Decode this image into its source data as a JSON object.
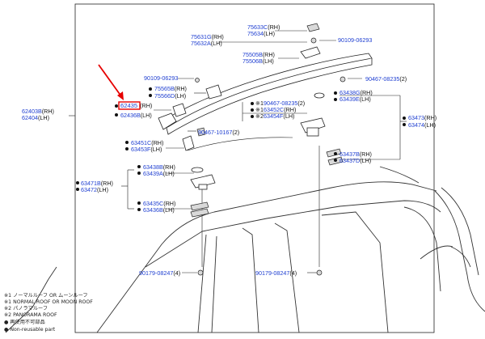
{
  "callouts": {
    "p75633": "75633C",
    "p75633_suffix": "(RH)",
    "p75634": "75634",
    "p75634_suffix": "(LH)",
    "p75631": "75631G",
    "p75631_suffix": "(RH)",
    "p75632": "75632A",
    "p75632_suffix": "(LH)",
    "p90109a": "90109-06293",
    "p75505": "75505B",
    "p75505_suffix": "(RH)",
    "p75506": "75506B",
    "p75506_suffix": "(LH)",
    "p90109b": "90109-06293",
    "p90467a": "90467-08235",
    "p90467a_suffix": "(2)",
    "p75565": "75565B",
    "p75565_suffix": "(RH)",
    "p75566": "75566D",
    "p75566_suffix": "(LH)",
    "p62435": "62435",
    "p62435_suffix": "(RH)",
    "p62436": "62436B",
    "p62436_suffix": "(LH)",
    "p62403": "62403B",
    "p62403_suffix": "(RH)",
    "p62404": "62404",
    "p62404_suffix": "(LH)",
    "p90467b_mark": "※1",
    "p90467b": "90467-08235",
    "p90467b_suffix": "(2)",
    "p63452_mark": "※1",
    "p63452": "63452C",
    "p63452_suffix": "(RH)",
    "p63454_mark": "※2",
    "p63454": "63454F",
    "p63454_suffix": "(LH)",
    "p63438a": "63438G",
    "p63438a_suffix": "(RH)",
    "p63439a": "63439E",
    "p63439a_suffix": "(LH)",
    "p90467c": "90467-10167",
    "p90467c_suffix": "(2)",
    "p63451": "63451C",
    "p63451_suffix": "(RH)",
    "p63453": "63453F",
    "p63453_suffix": "(LH)",
    "p63473": "63473",
    "p63473_suffix": "(RH)",
    "p63474": "63474",
    "p63474_suffix": "(LH)",
    "p63437": "63437B",
    "p63437_suffix": "(RH)",
    "p63437d": "63437D",
    "p63437d_suffix": "(LH)",
    "p63438b": "63438B",
    "p63438b_suffix": "(RH)",
    "p63439b": "63439A",
    "p63439b_suffix": "(LH)",
    "p63471": "63471B",
    "p63471_suffix": "(RH)",
    "p63472": "63472",
    "p63472_suffix": "(LH)",
    "p63435": "63435C",
    "p63435_suffix": "(RH)",
    "p63436": "63436B",
    "p63436_suffix": "(LH)",
    "p90179a": "90179-08247",
    "p90179a_suffix": "(4)",
    "p90179b": "90179-08247",
    "p90179b_suffix": "(4)"
  },
  "notes": {
    "n1": "※1 ノーマルルーフ  OR  ムーンルーフ",
    "n2": "※1 NORMAL ROOF OR MOON ROOF",
    "n3": "※2 パノラマルーフ",
    "n4": "※2 PANORAMA ROOF",
    "n5": "● 再使用不可部品",
    "n6": "● Non-reusable part"
  },
  "colors": {
    "callout": "#1f3fd1",
    "highlight": "#e60000"
  }
}
